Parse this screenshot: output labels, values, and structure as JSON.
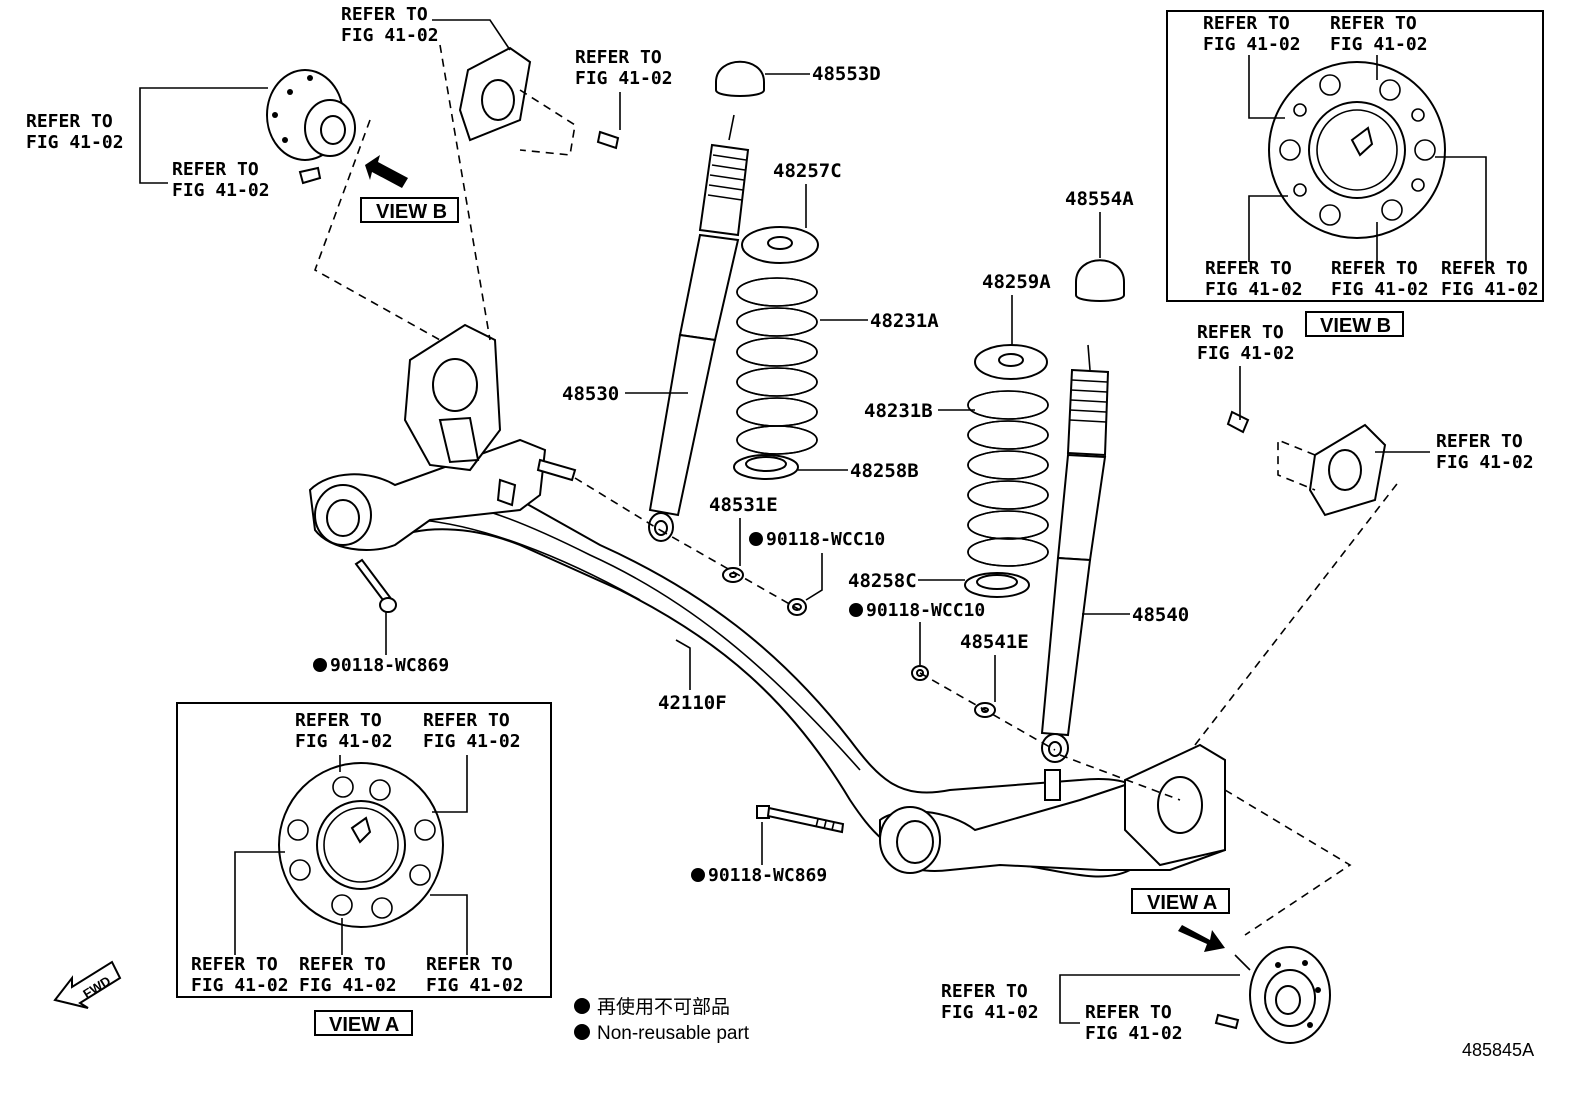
{
  "labels": {
    "p48553D": "48553D",
    "p48257C": "48257C",
    "p48231A": "48231A",
    "p48530": "48530",
    "p48258B": "48258B",
    "p48531E": "48531E",
    "p90118WCC10_a": "90118-WCC10",
    "p48554A": "48554A",
    "p48259A": "48259A",
    "p48231B": "48231B",
    "p48258C": "48258C",
    "p90118WCC10_b": "90118-WCC10",
    "p48541E": "48541E",
    "p48540": "48540",
    "p42110F": "42110F",
    "p90118WC869_a": "90118-WC869",
    "p90118WC869_b": "90118-WC869"
  },
  "refer": {
    "line1": "REFER TO",
    "line2": "FIG 41-02"
  },
  "views": {
    "view_a": "VIEW A",
    "view_b": "VIEW B"
  },
  "legend": {
    "jp": "再使用不可部品",
    "en": "Non-reusable part"
  },
  "fwd": "FWD",
  "illustration_id": "485845A"
}
